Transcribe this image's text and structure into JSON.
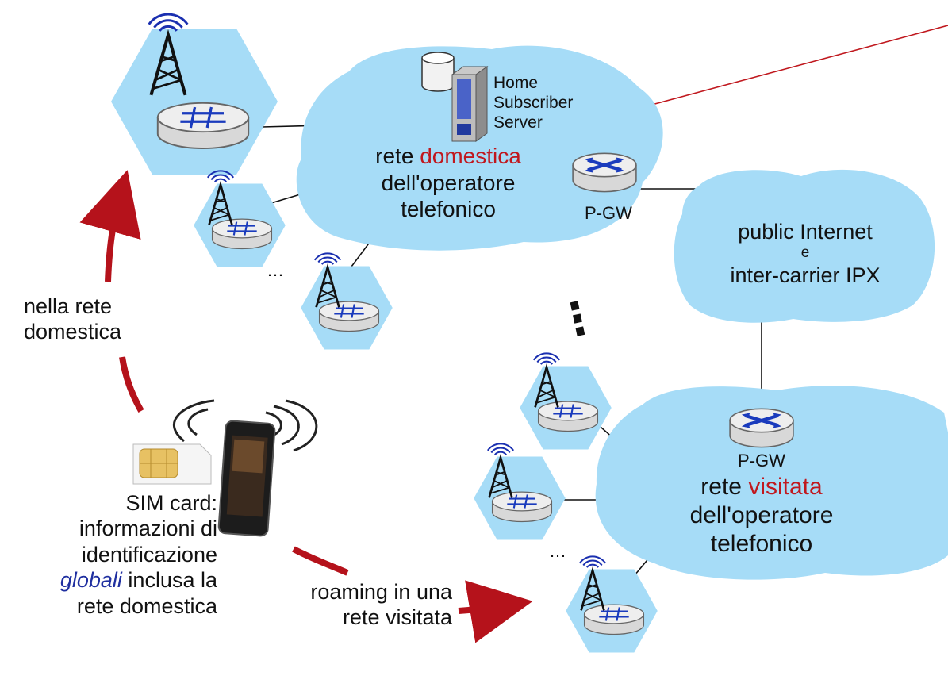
{
  "hss": {
    "line1": "Home",
    "line2": "Subscriber",
    "line3": "Server"
  },
  "home_network": {
    "prefix": "rete ",
    "highlight": "domestica",
    "line2": "dell'operatore",
    "line3": "telefonico",
    "gateway": "P-GW"
  },
  "internet": {
    "line1": "public Internet",
    "line2": "e",
    "line3": "inter-carrier IPX"
  },
  "visited_network": {
    "prefix": "rete ",
    "highlight": "visitata",
    "line2": "dell'operatore",
    "line3": "telefonico",
    "gateway": "P-GW"
  },
  "home_arrow_label": {
    "line1": "nella rete",
    "line2": "domestica"
  },
  "sim": {
    "line1": "SIM card:",
    "line2": "informazioni di",
    "line3": "identificazione",
    "emph": "globali",
    "line4_rest": " inclusa la",
    "line5": "rete domestica"
  },
  "roaming_label": {
    "line1": "roaming in una",
    "line2": "rete visitata"
  },
  "ellipsis": {
    "small": "…",
    "vertical": "⋮"
  },
  "colors": {
    "cloud": "#a6dcf7",
    "hex_cell": "#a6dcf7",
    "highlight_red": "#c0181e",
    "arrow_red": "#b5121b",
    "emph_blue": "#1f2fa0"
  }
}
